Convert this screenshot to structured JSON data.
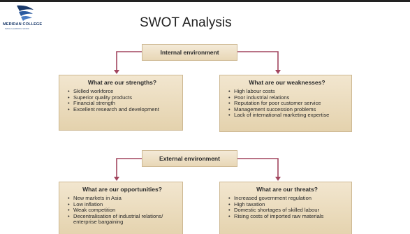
{
  "logo": {
    "name": "MERIDAN COLLEGE",
    "tagline": "MAKE LEARNING WORK"
  },
  "title": "SWOT Analysis",
  "internal": {
    "header": "Internal environment",
    "strengths": {
      "title": "What are our strengths?",
      "items": [
        "Skilled workforce",
        "Superior quality products",
        "Financial strength",
        "Excellent research and development"
      ]
    },
    "weaknesses": {
      "title": "What are our weaknesses?",
      "items": [
        "High labour costs",
        "Poor industrial relations",
        "Reputation for poor customer service",
        "Management succession problems",
        "Lack of international marketing expertise"
      ]
    }
  },
  "external": {
    "header": "External environment",
    "opportunities": {
      "title": "What are our opportunities?",
      "items": [
        "New markets in Asia",
        "Low inflation",
        "Weak competition",
        "Decentralisation of industrial relations/",
        "enterprise bargaining"
      ]
    },
    "threats": {
      "title": "What are our threats?",
      "items": [
        "Increased government regulation",
        "High taxation",
        "Domestic shortages of skilled labour",
        "Rising costs of imported raw materials"
      ]
    }
  },
  "colors": {
    "connector": "#a2455e",
    "box_fill": "#ecdcbd",
    "box_border": "#cdb892"
  }
}
